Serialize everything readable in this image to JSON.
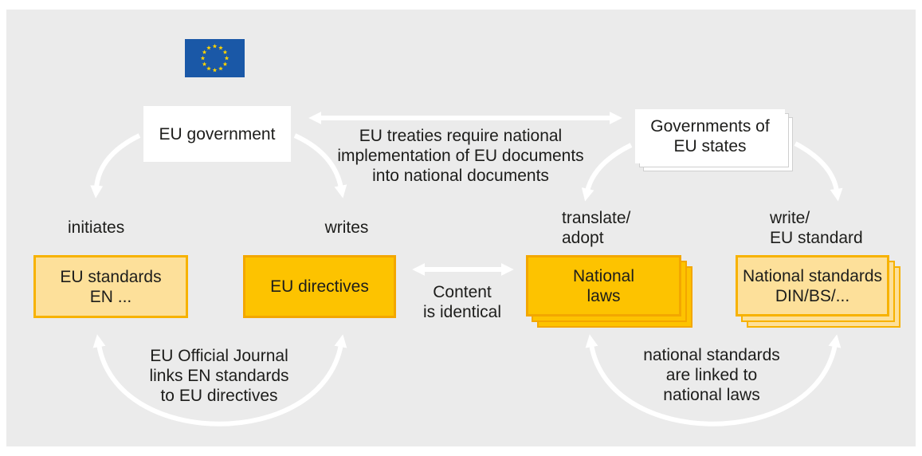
{
  "colors": {
    "page": "#ffffff",
    "panel": "#ebebeb",
    "box_white": "#ffffff",
    "gold": "#fdc300",
    "gold_border": "#f3a700",
    "light_gold": "#fde09a",
    "light_gold_border": "#f7b200",
    "flag_blue": "#1a58a7",
    "flag_star": "#ffd400",
    "text": "#1d1d1b",
    "arrow": "#ffffff",
    "stack_line": "#cfcfcf"
  },
  "icons": {
    "flag": "eu-flag-icon"
  },
  "nodes": {
    "eu_government": {
      "label": "EU government"
    },
    "governments": {
      "lines": [
        "Governments of",
        "EU states"
      ]
    },
    "eu_standards": {
      "lines": [
        "EU standards",
        "EN ..."
      ]
    },
    "eu_directives": {
      "label": "EU directives"
    },
    "national_laws": {
      "lines": [
        "National",
        "laws"
      ]
    },
    "national_standards": {
      "lines": [
        "National standards",
        "DIN/BS/..."
      ]
    }
  },
  "edges": {
    "treaties": {
      "lines": [
        "EU treaties require national",
        "implementation of EU documents",
        "into national documents"
      ]
    },
    "initiates": {
      "label": "initiates"
    },
    "writes": {
      "label": "writes"
    },
    "translate_adopt": {
      "lines": [
        "translate/",
        "adopt"
      ]
    },
    "write_standard": {
      "lines": [
        "write/",
        "EU standard"
      ]
    },
    "content_identical": {
      "lines": [
        "Content",
        "is identical"
      ]
    },
    "official_journal": {
      "lines": [
        "EU Official Journal",
        "links EN standards",
        "to EU directives"
      ]
    },
    "standards_linked": {
      "lines": [
        "national standards",
        "are linked to",
        "national laws"
      ]
    }
  }
}
